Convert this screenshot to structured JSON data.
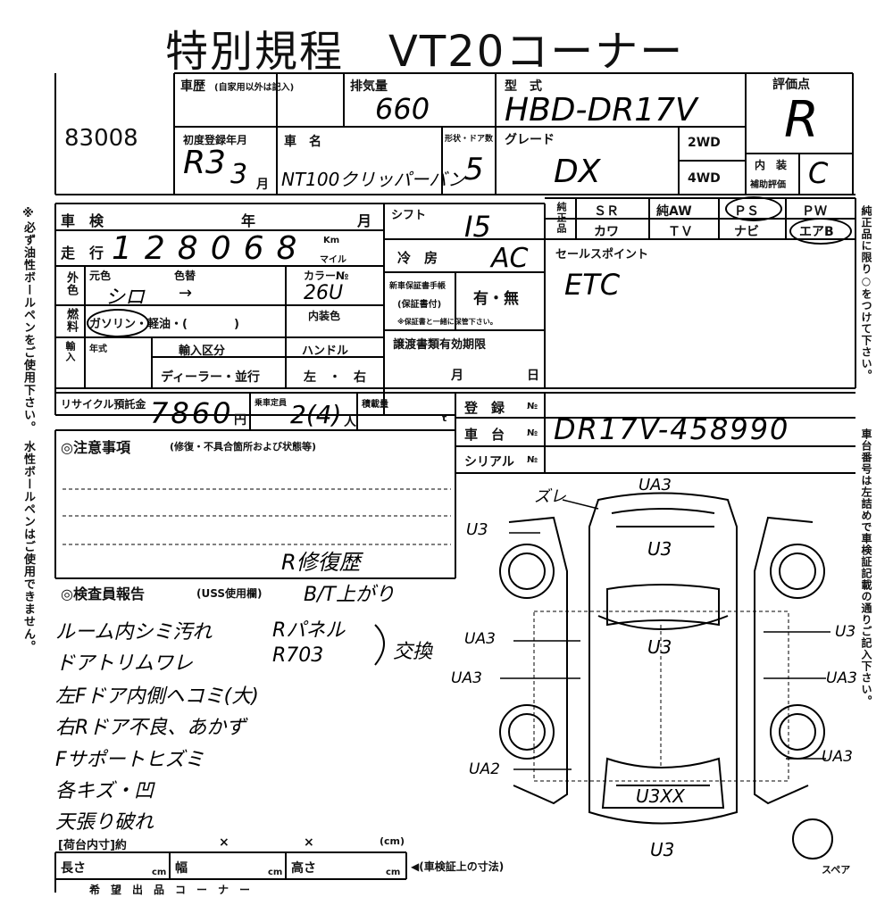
{
  "title": "特別規程　VT20コーナー",
  "lot_no": "83008",
  "header": {
    "history_label": "車歴",
    "history_note": "(自家用以外は記入)",
    "displacement_label": "排気量",
    "displacement_value": "660",
    "model_label": "型　式",
    "model_value": "HBD-DR17V",
    "score_label": "評価点",
    "score_value": "R",
    "first_reg_label": "初度登録年月",
    "first_reg_value": "R3",
    "first_reg_month": "3",
    "month_suffix": "月",
    "car_name_label": "車　名",
    "car_name_value": "NT100クリッパーバン",
    "doors_label": "形状・ドア数",
    "doors_value": "5",
    "grade_label": "グレード",
    "grade_value": "DX",
    "drive_2wd": "2WD",
    "drive_4wd": "4WD",
    "interior_label": "内　装",
    "interior_sub": "補助評価",
    "interior_value": "C"
  },
  "inspection": {
    "shaken_label": "車　検",
    "year_label": "年",
    "month_label": "月",
    "mileage_label": "走　行",
    "mileage_value": "128068",
    "km_label": "Km",
    "mile_label": "マイル",
    "exterior_label": "外色",
    "original_color_label": "元色",
    "repaint_label": "色替",
    "original_color_value": "シロ",
    "arrow_value": "→",
    "color_no_label": "カラー№",
    "color_no_value": "26U",
    "fuel_label": "燃料",
    "fuel_options": "ガソリン・軽油・(　　　　)",
    "interior_color_label": "内装色",
    "import_label": "輸入",
    "year_type_label": "年式",
    "import_class_label": "輸入区分",
    "import_class_value": "ディーラー・並行",
    "handle_label": "ハンドル",
    "handle_value": "左　・　右"
  },
  "equipment": {
    "shift_label": "シフト",
    "shift_value": "I5",
    "aircon_label": "冷　房",
    "aircon_value": "AC",
    "manual_label": "新車保証書手帳",
    "manual_sub": "(保証書付)",
    "manual_value": "有・無",
    "manual_note": "※保証書と一緒に保管下さい。",
    "transfer_label": "譲渡書類有効期限",
    "transfer_month": "月",
    "transfer_day": "日",
    "options_label": "純正品",
    "opt_sr": "ＳＲ",
    "opt_aw": "純AW",
    "opt_ps": "ＰＳ",
    "opt_pw": "ＰＷ",
    "opt_leather": "カワ",
    "opt_tv": "ＴＶ",
    "opt_navi": "ナビ",
    "opt_airbag": "エアB",
    "selling_label": "セールスポイント",
    "selling_value": "ETC"
  },
  "recycle": {
    "recycle_label": "リサイクル預託金",
    "recycle_value": "7860",
    "yen": "円",
    "capacity_label": "乗車定員",
    "capacity_value": "2(4)",
    "person": "人",
    "load_label": "積載量",
    "ton": "t"
  },
  "registration": {
    "reg_label": "登　録",
    "reg_no": "№",
    "chassis_label": "車　台",
    "chassis_value": "DR17V-458990",
    "serial_label": "シリアル"
  },
  "notes": {
    "label": "◎注意事項",
    "sub": "(修復・不具合箇所および状態等)",
    "entry": "R修復歴"
  },
  "report": {
    "label": "◎検査員報告",
    "sub": "(USS使用欄)",
    "header_note": "B/T上がり",
    "lines": [
      "ルーム内シミ汚れ",
      "ドアトリムワレ",
      "左Fドア内側ヘコミ(大)",
      "右Rドア不良、あかず",
      "Fサポートヒズミ",
      "各キズ・凹",
      "天張り破れ"
    ],
    "right_1": "Rパネル",
    "right_2": "R703",
    "right_note": "交換"
  },
  "diagram": {
    "marks": [
      "UA3",
      "ズレ",
      "U3",
      "U3",
      "U3",
      "UA3",
      "U3",
      "UA3",
      "UA3",
      "UA2",
      "UA3",
      "U3XX",
      "U3"
    ],
    "spare_label": "スペア"
  },
  "cargo": {
    "label": "[荷台内寸]約",
    "x1": "×",
    "x2": "×",
    "unit": "(cm)",
    "length_label": "長さ",
    "width_label": "幅",
    "height_label": "高さ",
    "cm": "cm",
    "cert_note": "◀(車検証上の寸法)",
    "footer": "希　望　出　品　コ　ー　ナ　ー"
  },
  "side_left": "※必ず油性ボールペンをご使用下さい。　水性ボールペンはご使用できません。",
  "side_right_top": "純正品に限り○をつけて下さい。",
  "side_right_bottom": "車台番号は左詰めで車検証記載の通りご記入下さい。"
}
